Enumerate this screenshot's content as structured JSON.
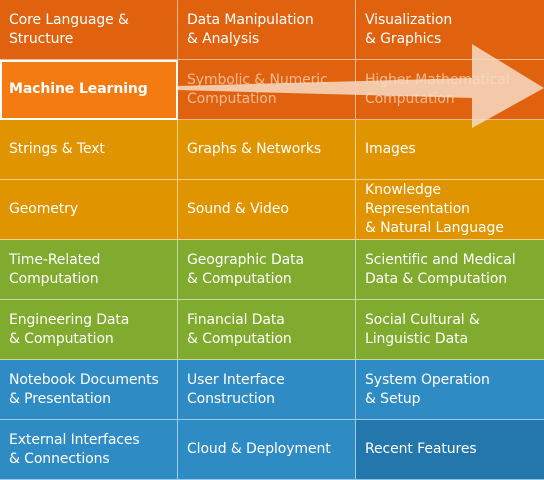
{
  "colors": {
    "orange": "#e0620f",
    "bright_orange": "#f47a12",
    "amber": "#e09400",
    "green": "#80ab2f",
    "blue": "#2f8bc4",
    "dark_blue": "#2377ad",
    "arrow": "#f6dcc6"
  },
  "tiles": [
    {
      "key": "core-language-structure",
      "label": "Core Language &\nStructure",
      "color": "orange"
    },
    {
      "key": "data-manipulation-analysis",
      "label": "Data Manipulation\n& Analysis",
      "color": "orange"
    },
    {
      "key": "visualization-graphics",
      "label": "Visualization\n& Graphics",
      "color": "orange"
    },
    {
      "key": "machine-learning",
      "label": "Machine Learning",
      "color": "bright_orange",
      "selected": true
    },
    {
      "key": "symbolic-numeric-computation",
      "label": "Symbolic & Numeric\nComputation",
      "color": "orange",
      "faded": true
    },
    {
      "key": "higher-mathematical-computation",
      "label": "Higher Mathematical\nComputation",
      "color": "orange",
      "faded": true
    },
    {
      "key": "strings-text",
      "label": "Strings & Text",
      "color": "amber"
    },
    {
      "key": "graphs-networks",
      "label": "Graphs & Networks",
      "color": "amber"
    },
    {
      "key": "images",
      "label": "Images",
      "color": "amber"
    },
    {
      "key": "geometry",
      "label": "Geometry",
      "color": "amber"
    },
    {
      "key": "sound-video",
      "label": "Sound & Video",
      "color": "amber"
    },
    {
      "key": "knowledge-representation-natural-language",
      "label": "Knowledge Representation\n& Natural Language",
      "color": "amber"
    },
    {
      "key": "time-related-computation",
      "label": "Time-Related\nComputation",
      "color": "green"
    },
    {
      "key": "geographic-data-computation",
      "label": "Geographic Data\n& Computation",
      "color": "green"
    },
    {
      "key": "scientific-medical-data-computation",
      "label": "Scientific and Medical\nData & Computation",
      "color": "green"
    },
    {
      "key": "engineering-data-computation",
      "label": "Engineering Data\n& Computation",
      "color": "green"
    },
    {
      "key": "financial-data-computation",
      "label": "Financial Data\n& Computation",
      "color": "green"
    },
    {
      "key": "social-cultural-linguistic-data",
      "label": "Social Cultural &\nLinguistic Data",
      "color": "green"
    },
    {
      "key": "notebook-documents-presentation",
      "label": "Notebook Documents\n& Presentation",
      "color": "blue"
    },
    {
      "key": "user-interface-construction",
      "label": "User Interface\nConstruction",
      "color": "blue"
    },
    {
      "key": "system-operation-setup",
      "label": "System Operation\n& Setup",
      "color": "blue"
    },
    {
      "key": "external-interfaces-connections",
      "label": "External Interfaces\n& Connections",
      "color": "blue"
    },
    {
      "key": "cloud-deployment",
      "label": "Cloud & Deployment",
      "color": "blue"
    },
    {
      "key": "recent-features",
      "label": "Recent Features",
      "color": "dark_blue"
    }
  ]
}
